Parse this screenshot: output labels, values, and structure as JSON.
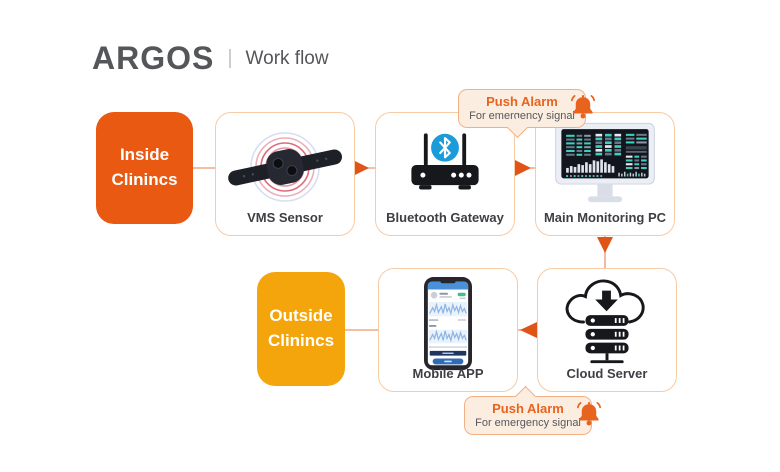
{
  "header": {
    "brand": "ARGOS",
    "divider": "|",
    "subtitle": "Work flow"
  },
  "zones": {
    "inside": {
      "line1": "Inside",
      "line2": "Clinincs"
    },
    "outside": {
      "line1": "Outside",
      "line2": "Clinincs"
    }
  },
  "nodes": {
    "vms_sensor": {
      "label": "VMS Sensor",
      "icon": "wearable-vms-sensor-icon"
    },
    "bluetooth_gateway": {
      "label": "Bluetooth Gateway",
      "icon": "bluetooth-router-icon"
    },
    "main_monitoring_pc": {
      "label": "Main Monitoring PC",
      "icon": "monitor-dashboard-icon"
    },
    "mobile_app": {
      "label": "Mobile APP",
      "icon": "smartphone-icon"
    },
    "cloud_server": {
      "label": "Cloud Server",
      "icon": "cloud-server-icon"
    }
  },
  "push_alarm": {
    "title": "Push Alarm",
    "subtitle": "For emergency signal",
    "icon": "alarm-bell-icon"
  },
  "flow_direction": {
    "top_row": "Inside Clinincs → VMS Sensor → Bluetooth Gateway → Main Monitoring PC",
    "bridge": "Main Monitoring PC → Cloud Server",
    "bottom_row": "Cloud Server → Mobile APP → Outside Clinincs"
  },
  "colors": {
    "inside_box": "#E95912",
    "outside_box": "#F4A50B",
    "node_border": "#F7CBA4",
    "line": "#F0A987",
    "arrow": "#E05417",
    "badge_bg": "#FCEDE1",
    "badge_border": "#F2B185",
    "alarm_text": "#E8641E",
    "bluetooth_blue": "#1B9CD8"
  }
}
